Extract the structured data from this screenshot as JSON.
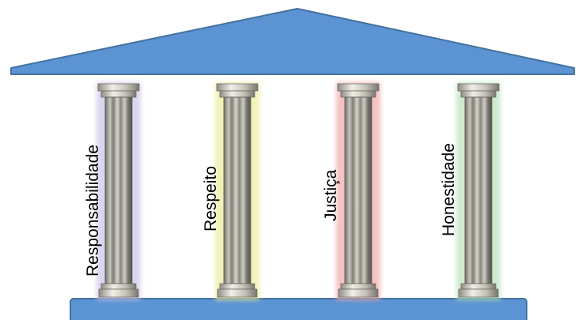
{
  "pillars": [
    {
      "label": "Responsabilidade",
      "glow": "#c9c4e8"
    },
    {
      "label": "Respeito",
      "glow": "#ecec9a"
    },
    {
      "label": "Justiça",
      "glow": "#f1a8a8"
    },
    {
      "label": "Honestidade",
      "glow": "#b8e2b8"
    }
  ],
  "colors": {
    "roof_fill": "#5b93d3",
    "roof_stroke": "#44729f",
    "base_fill": "#5b93d3",
    "base_stroke": "#44729f",
    "column": "#8d8b84"
  }
}
